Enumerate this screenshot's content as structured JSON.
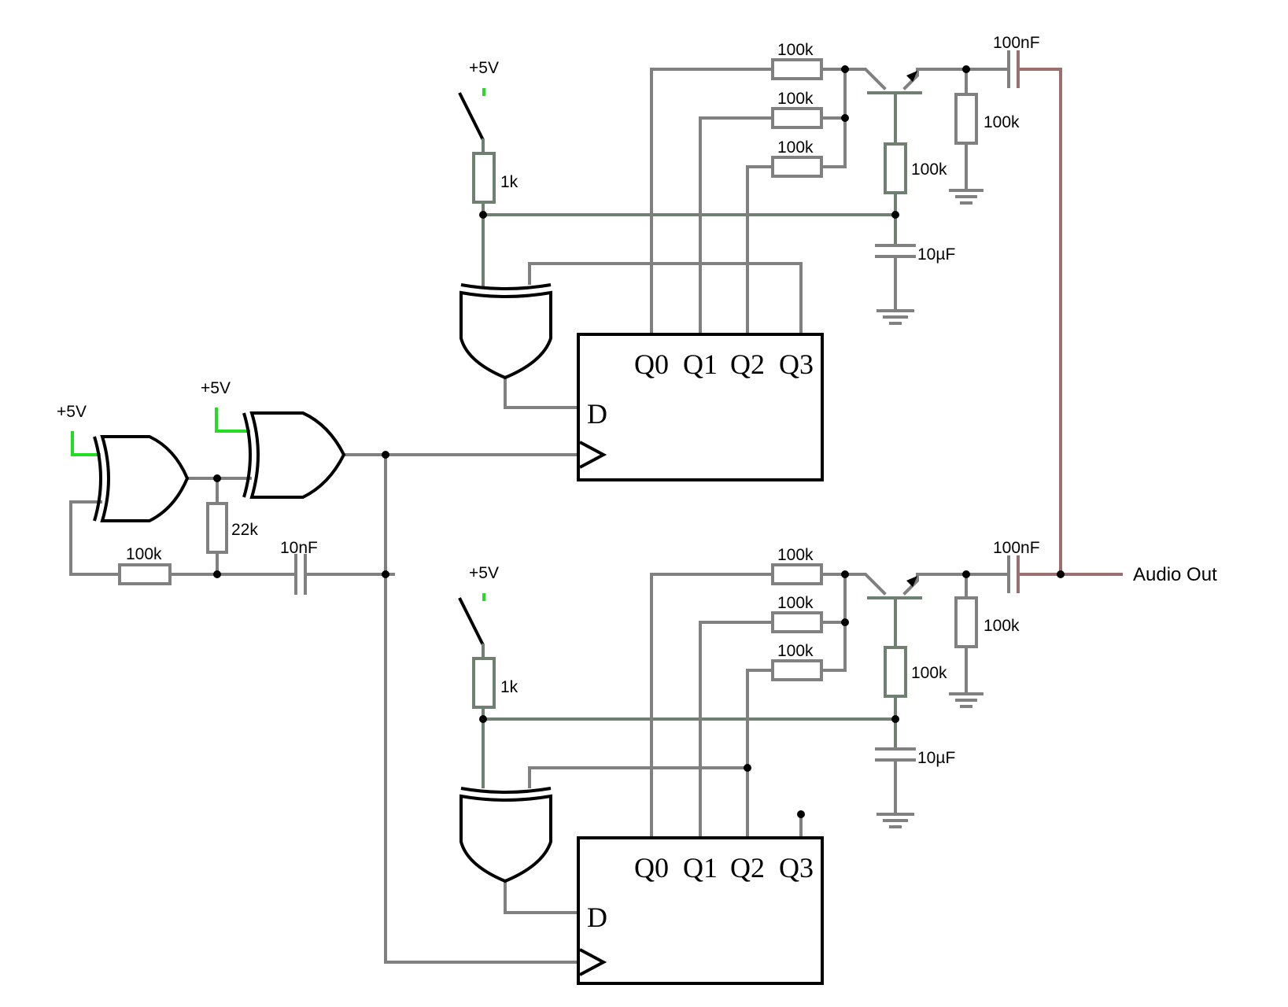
{
  "supply_label": "+5V",
  "osc": {
    "r_feedback": "100k",
    "r_bias": "22k",
    "c_timing": "10nF"
  },
  "channels": [
    {
      "switch_resistor": "1k",
      "dac_resistors": [
        "100k",
        "100k",
        "100k"
      ],
      "emitter_resistor": "100k",
      "base_resistor": "100k",
      "cap_filter": "10µF",
      "cap_coupling": "100nF",
      "register_pins": {
        "q0": "Q0",
        "q1": "Q1",
        "q2": "Q2",
        "q3": "Q3",
        "d": "D"
      }
    },
    {
      "switch_resistor": "1k",
      "dac_resistors": [
        "100k",
        "100k",
        "100k"
      ],
      "emitter_resistor": "100k",
      "base_resistor": "100k",
      "cap_filter": "10µF",
      "cap_coupling": "100nF",
      "register_pins": {
        "q0": "Q0",
        "q1": "Q1",
        "q2": "Q2",
        "q3": "Q3",
        "d": "D"
      }
    }
  ],
  "output_label": "Audio Out"
}
